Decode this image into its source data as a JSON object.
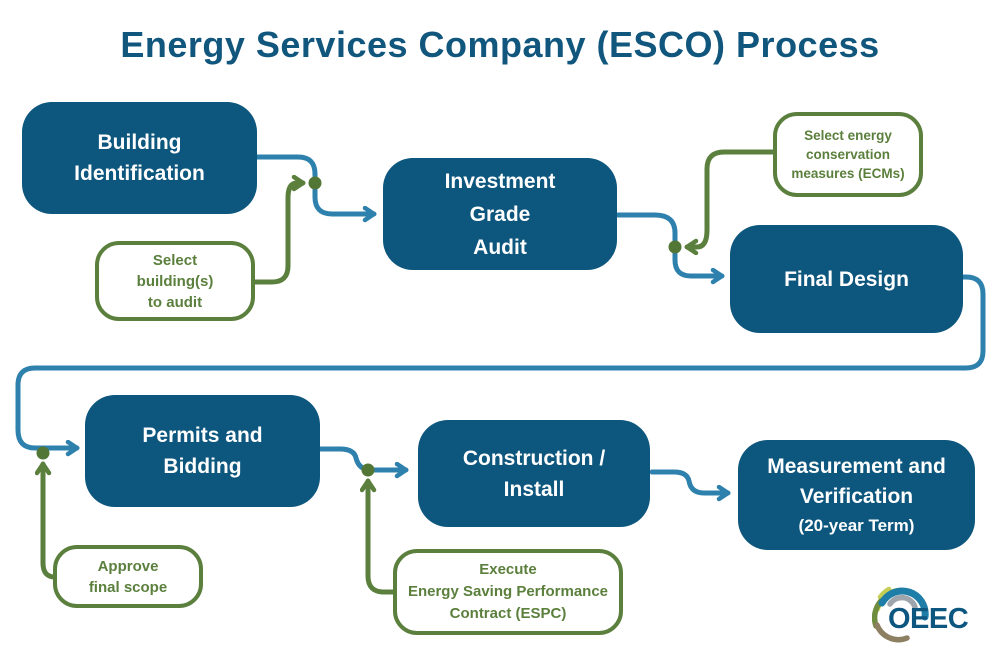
{
  "title": "Energy Services Company (ESCO) Process",
  "steps": [
    {
      "id": "building-identification",
      "label_lines": [
        "Building",
        "Identification"
      ]
    },
    {
      "id": "investment-grade-audit",
      "label_lines": [
        "Investment",
        "Grade",
        "Audit"
      ]
    },
    {
      "id": "final-design",
      "label_lines": [
        "Final Design"
      ]
    },
    {
      "id": "permits-and-bidding",
      "label_lines": [
        "Permits and",
        "Bidding"
      ]
    },
    {
      "id": "construction-install",
      "label_lines": [
        "Construction /",
        "Install"
      ]
    },
    {
      "id": "measurement-verification",
      "label_lines": [
        "Measurement and",
        "Verification"
      ],
      "subline": "(20-year Term)"
    }
  ],
  "notes": [
    {
      "id": "select-buildings",
      "label_lines": [
        "Select",
        "building(s)",
        "to audit"
      ]
    },
    {
      "id": "select-ecms",
      "label_lines": [
        "Select energy",
        "conservation",
        "measures (ECMs)"
      ]
    },
    {
      "id": "approve-final-scope",
      "label_lines": [
        "Approve",
        "final scope"
      ]
    },
    {
      "id": "execute-espc",
      "label_lines": [
        "Execute",
        "Energy Saving Performance",
        "Contract (ESPC)"
      ]
    }
  ],
  "logo": {
    "text": "OEEC"
  },
  "colors": {
    "step_fill": "#0d567d",
    "step_text": "#ffffff",
    "connector_blue": "#2e81ad",
    "accent_green": "#5b7f3c",
    "junction_dot_green": "#527635",
    "title_text": "#11567d",
    "logo_teal": "#1f7ea7",
    "logo_yellow_green": "#c5ce52",
    "logo_olive": "#6f8d3f",
    "logo_brown": "#8d7f61",
    "logo_gray": "#9fa5ac"
  }
}
